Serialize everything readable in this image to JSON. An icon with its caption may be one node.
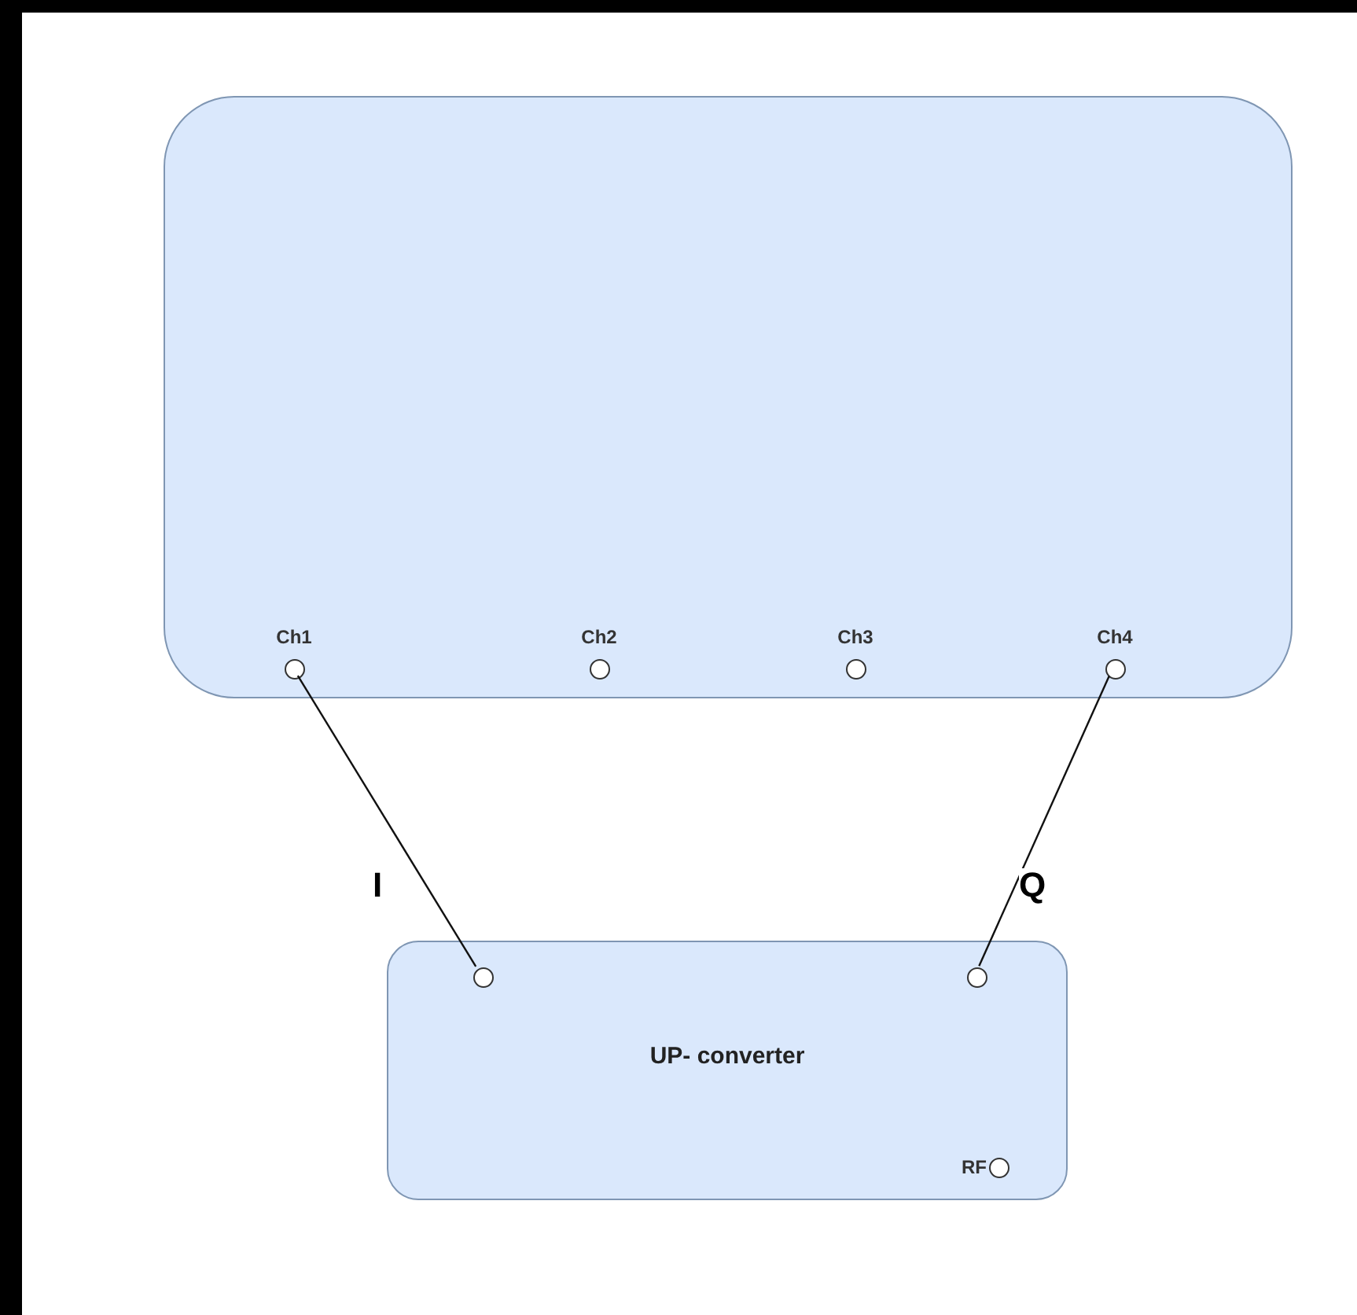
{
  "diagram": {
    "nodes": [
      {
        "text": [],
        "shape": "box"
      },
      {
        "text": [
          "Ch1"
        ],
        "in": 0
      },
      {
        "text": [
          "Ch2"
        ],
        "in": 0
      },
      {
        "text": [
          "Ch3"
        ],
        "in": 0
      },
      {
        "text": [
          "Ch4"
        ],
        "in": 0
      },
      {
        "text": [
          "UP- converter"
        ]
      },
      {
        "text": [],
        "shape": "circle",
        "in": 5
      },
      {
        "text": [],
        "shape": "circle",
        "in": 5
      },
      {
        "text": [
          "RF"
        ],
        "in": 5
      }
    ],
    "edges": [
      {
        "from": 1,
        "to": 6,
        "arrow": "none",
        "label": "I"
      },
      {
        "from": 4,
        "to": 7,
        "arrow": "none",
        "label": "Q"
      }
    ]
  }
}
